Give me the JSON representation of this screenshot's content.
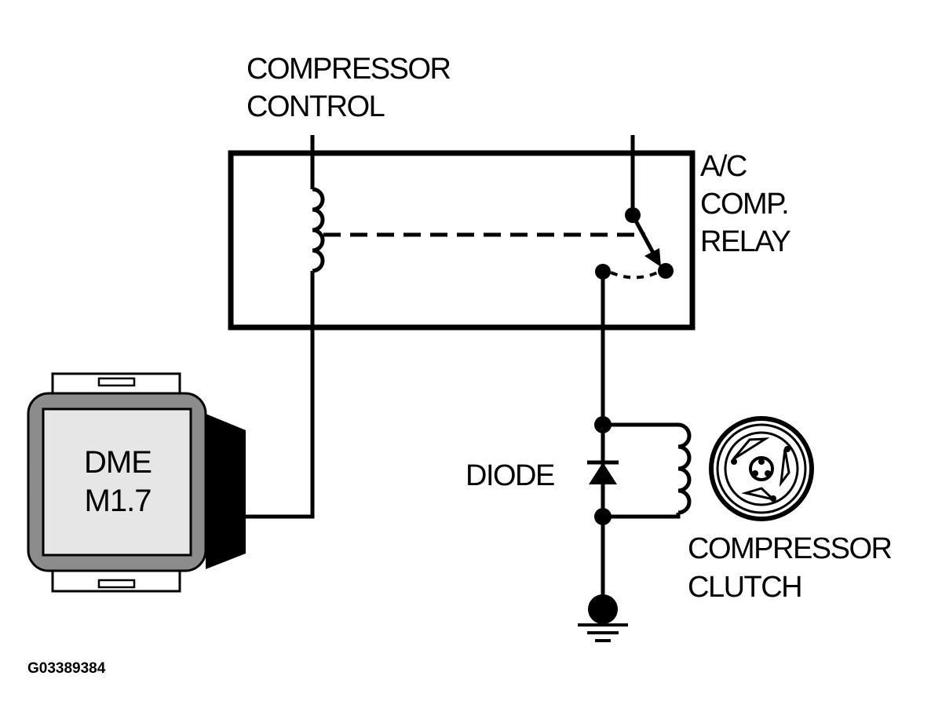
{
  "diagram": {
    "labels": {
      "compressor_control_line1": "COMPRESSOR",
      "compressor_control_line2": "CONTROL",
      "relay_line1": "A/C",
      "relay_line2": "COMP.",
      "relay_line3": "RELAY",
      "dme_line1": "DME",
      "dme_line2": "M1.7",
      "diode": "DIODE",
      "clutch_line1": "COMPRESSOR",
      "clutch_line2": "CLUTCH",
      "figure_code": "G03389384"
    },
    "components": {
      "relay": "A/C compressor relay",
      "control_module": "DME M1.7",
      "diode": "diode",
      "clutch": "compressor clutch",
      "ground": "ground"
    },
    "icons": {
      "ground": "ground-symbol-icon",
      "diode": "diode-symbol-icon",
      "coil": "coil-symbol-icon",
      "clutch": "compressor-clutch-icon",
      "module": "control-module-icon"
    },
    "colors": {
      "line": "#000000",
      "module_frame": "#8c8c8c",
      "module_face": "#e6e6e6",
      "background": "#ffffff"
    }
  }
}
